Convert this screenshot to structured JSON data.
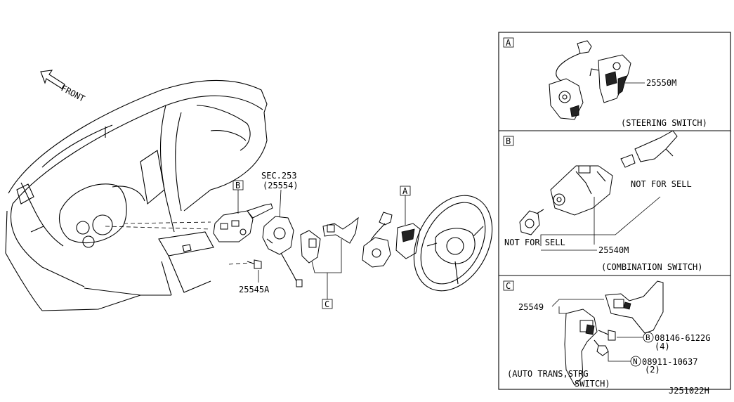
{
  "orientation": {
    "front_label": "FRONT"
  },
  "main": {
    "sec_ref": "SEC.253",
    "sec_part": "(25554)",
    "callout_b": "B",
    "callout_a": "A",
    "callout_c": "C",
    "part_screw": "25545A"
  },
  "panel_a": {
    "letter": "A",
    "part": "25550M",
    "caption": "(STEERING SWITCH)"
  },
  "panel_b": {
    "letter": "B",
    "nfs_right": "NOT FOR SELL",
    "nfs_left": "NOT FOR SELL",
    "part": "25540M",
    "caption": "(COMBINATION SWITCH)"
  },
  "panel_c": {
    "letter": "C",
    "part": "25549",
    "bolt_marker": "B",
    "bolt_part": "08146-6122G",
    "bolt_qty": "(4)",
    "nut_marker": "N",
    "nut_part": "08911-10637",
    "nut_qty": "(2)",
    "caption_line1": "(AUTO TRANS,STRG",
    "caption_line2": "SWITCH)"
  },
  "footer": {
    "code": "J251022H"
  }
}
